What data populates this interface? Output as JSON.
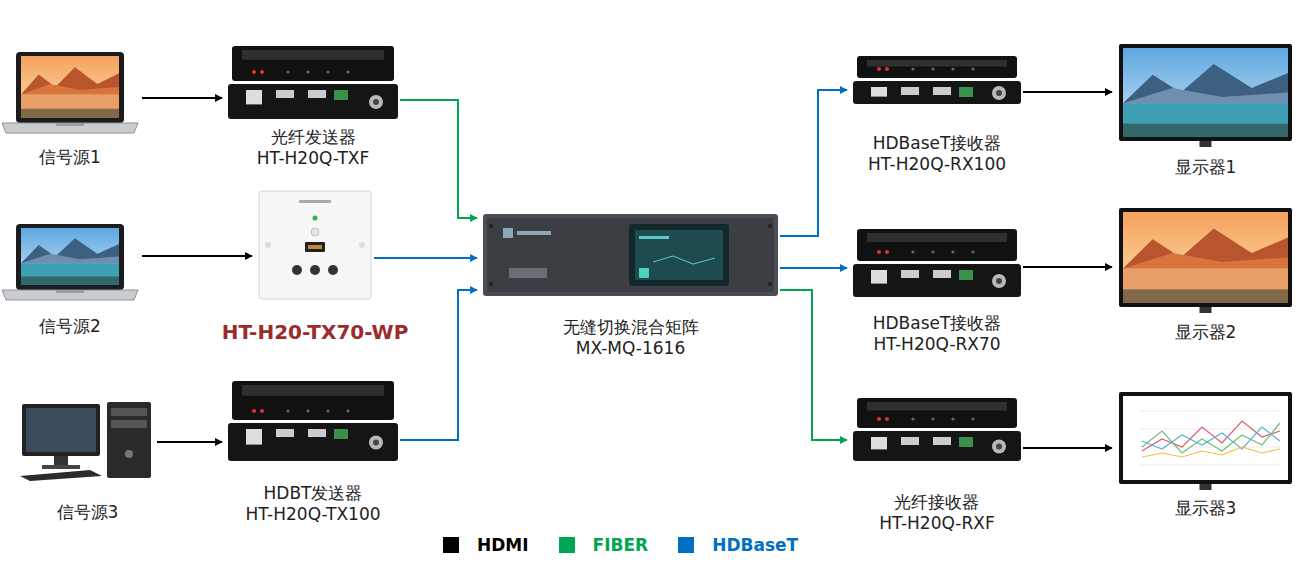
{
  "diagram": {
    "nodes": [
      {
        "text": [
          "信号源1"
        ]
      },
      {
        "text": [
          "光纤发送器",
          "HT-H20Q-TXF"
        ]
      },
      {
        "text": [
          "信号源2"
        ]
      },
      {
        "text": [
          "HT-H20-TX70-WP"
        ]
      },
      {
        "text": [
          "信号源3"
        ]
      },
      {
        "text": [
          "HDBT发送器",
          "HT-H20Q-TX100"
        ]
      },
      {
        "text": [
          "无缝切换混合矩阵",
          "MX-MQ-1616"
        ]
      },
      {
        "text": [
          "HDBaseT接收器",
          "HT-H20Q-RX100"
        ]
      },
      {
        "text": [
          "HDBaseT接收器",
          "HT-H20Q-RX70"
        ]
      },
      {
        "text": [
          "光纤接收器",
          "HT-H20Q-RXF"
        ]
      },
      {
        "text": [
          "显示器1"
        ]
      },
      {
        "text": [
          "显示器2"
        ]
      },
      {
        "text": [
          "显示器3"
        ]
      }
    ],
    "edges": [
      {
        "from": 0,
        "to": 1,
        "arrow": "to"
      },
      {
        "from": 1,
        "to": 6,
        "arrow": "to"
      },
      {
        "from": 2,
        "to": 3,
        "arrow": "to"
      },
      {
        "from": 3,
        "to": 6,
        "arrow": "to"
      },
      {
        "from": 4,
        "to": 5,
        "arrow": "to"
      },
      {
        "from": 5,
        "to": 6,
        "arrow": "to"
      },
      {
        "from": 6,
        "to": 7,
        "arrow": "to"
      },
      {
        "from": 6,
        "to": 8,
        "arrow": "to"
      },
      {
        "from": 6,
        "to": 9,
        "arrow": "to"
      },
      {
        "from": 7,
        "to": 10,
        "arrow": "to"
      },
      {
        "from": 8,
        "to": 11,
        "arrow": "to"
      },
      {
        "from": 9,
        "to": 12,
        "arrow": "to"
      }
    ],
    "legend": [
      {
        "text": "HDMI",
        "color": "#000000"
      },
      {
        "text": "FIBER",
        "color": "#00a651"
      },
      {
        "text": "HDBaseT",
        "color": "#0070c0"
      }
    ]
  }
}
